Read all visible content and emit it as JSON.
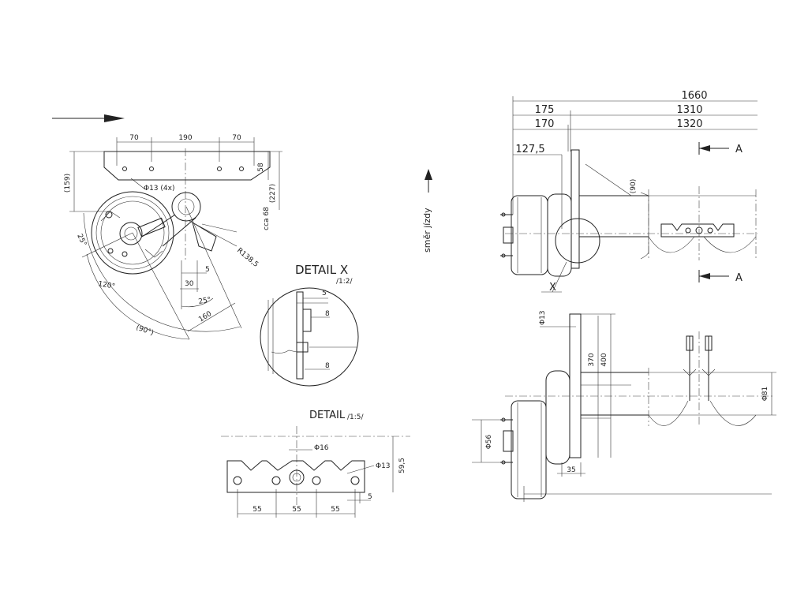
{
  "front_view": {
    "dim_70_left": "70",
    "dim_190": "190",
    "dim_70_right": "70",
    "dim_58": "58",
    "dim_159": "(159)",
    "dim_227": "(227)",
    "dim_cca68": "cca 68",
    "hole_label": "Φ13 (4x)",
    "radius_label": "R138,5",
    "angle_25_left": "25°",
    "angle_120": "120°",
    "angle_90": "(90°)",
    "dim_5": "5",
    "dim_30": "30",
    "angle_25_bottom": "25°",
    "dim_160": "160"
  },
  "detail_x": {
    "title": "DETAIL X",
    "scale": "/1:2/",
    "dim_5": "5",
    "dim_8_top": "8",
    "dim_8_bottom": "8"
  },
  "detail_bracket": {
    "title": "DETAIL",
    "scale": "/1:5/",
    "dim_16": "Φ16",
    "dim_13": "Φ13",
    "dim_595": "59,5",
    "dim_55_a": "55",
    "dim_55_b": "55",
    "dim_55_c": "55",
    "dim_5": "5"
  },
  "direction_label": "směr jízdy",
  "top_view": {
    "dim_1660": "1660",
    "dim_175": "175",
    "dim_1310": "1310",
    "dim_170": "170",
    "dim_1320": "1320",
    "dim_1275": "127,5",
    "dim_90": "(90)",
    "section_a_top": "A",
    "section_a_bottom": "A",
    "detail_marker": "X"
  },
  "side_view": {
    "dim_13": "Φ13",
    "dim_370": "370",
    "dim_400": "400",
    "dim_81": "Φ81",
    "dim_56": "Φ56",
    "dim_35": "35"
  }
}
